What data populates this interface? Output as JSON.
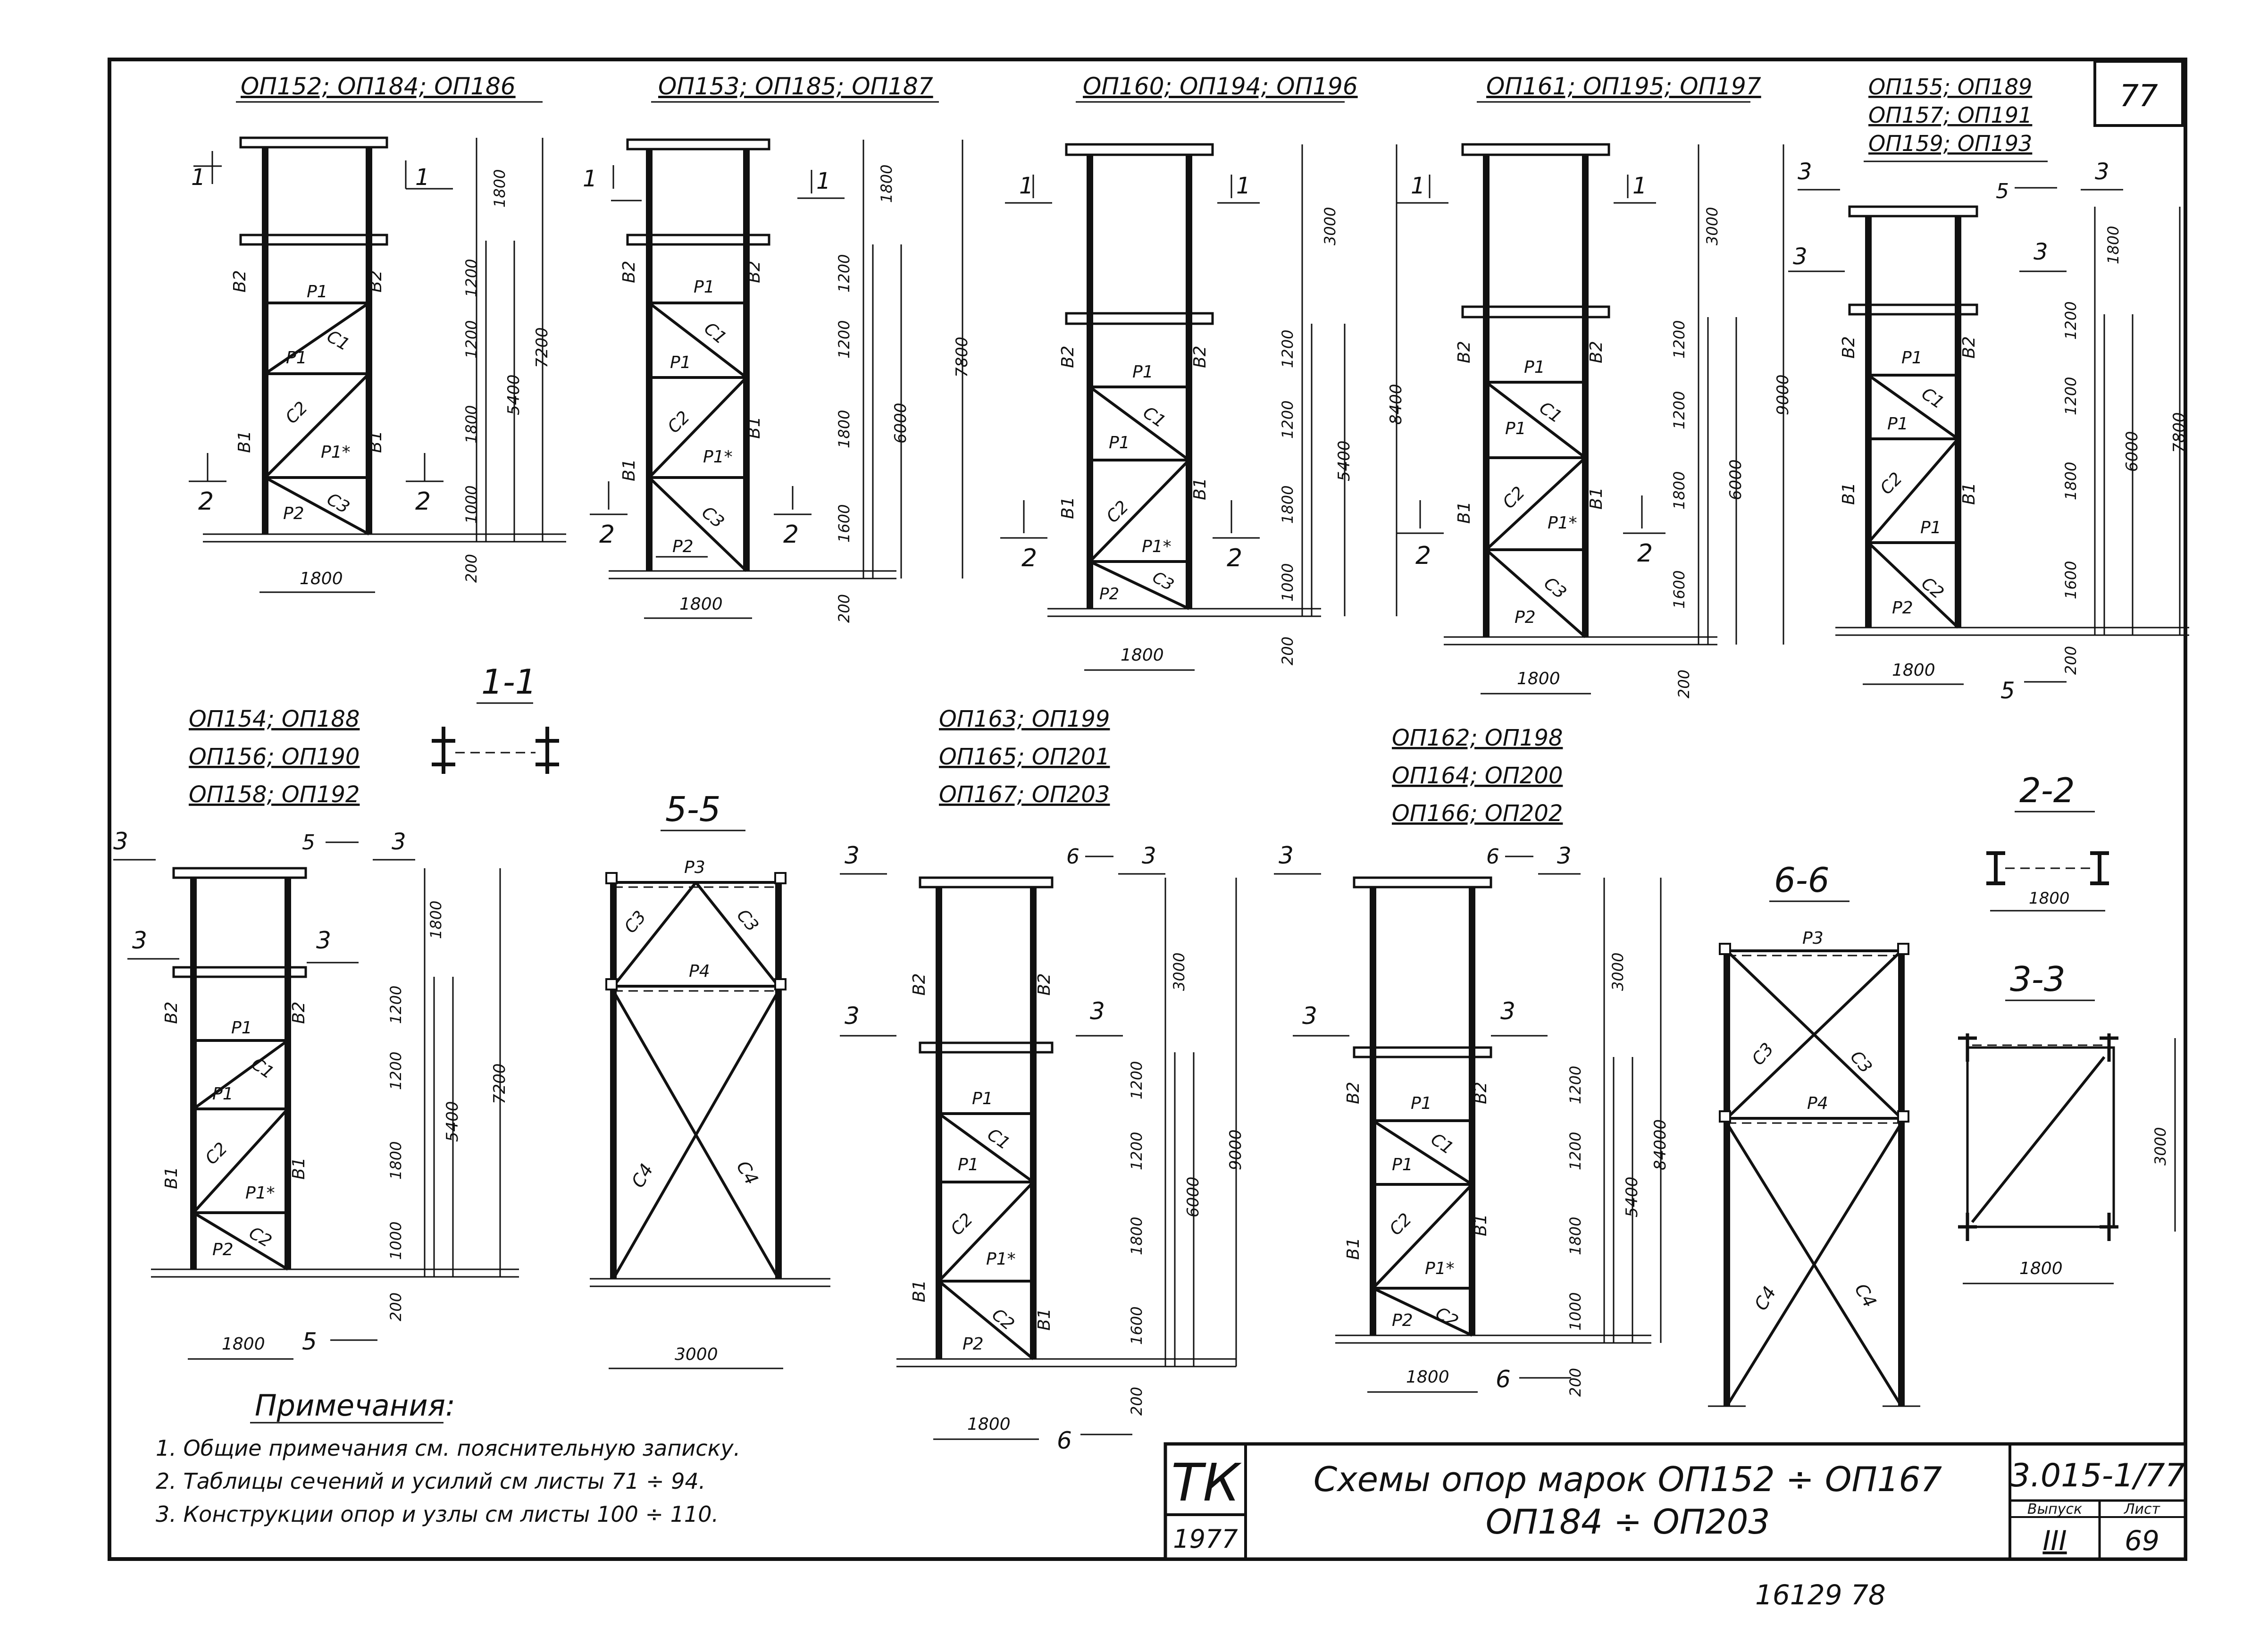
{
  "sheet_number": "77",
  "lower_stamp": "16129  78",
  "schemes_top": [
    {
      "title": "ОП152; ОП184; ОП186",
      "dims": [
        "1800",
        "1200",
        "1200",
        "1800",
        "1000",
        "200"
      ],
      "heights": [
        "5400",
        "7200"
      ],
      "width": "1800",
      "cut_a": "1",
      "cut_b": "2"
    },
    {
      "title": "ОП153; ОП185; ОП187",
      "dims": [
        "1800",
        "1200",
        "1200",
        "1800",
        "1600",
        "200"
      ],
      "heights": [
        "6000",
        "7800"
      ],
      "width": "1800",
      "cut_a": "1",
      "cut_b": "2"
    },
    {
      "title": "ОП160; ОП194; ОП196",
      "dims": [
        "3000",
        "1200",
        "1200",
        "1800",
        "1000",
        "200"
      ],
      "heights": [
        "5400",
        "8400"
      ],
      "width": "1800",
      "cut_a": "1",
      "cut_b": "2"
    },
    {
      "title": "ОП161; ОП195; ОП197",
      "dims": [
        "3000",
        "1200",
        "1200",
        "1800",
        "1600",
        "200"
      ],
      "heights": [
        "6000",
        "9000"
      ],
      "width": "1800",
      "cut_a": "1",
      "cut_b": "2"
    }
  ],
  "scheme5": {
    "titles": [
      "ОП155; ОП189",
      "ОП157; ОП191",
      "ОП159; ОП193"
    ],
    "dims": [
      "1800",
      "1200",
      "1200",
      "1800",
      "1600",
      "200"
    ],
    "heights": [
      "6000",
      "7800"
    ],
    "width": "1800",
    "cut": "3",
    "sec": "5"
  },
  "scheme6": {
    "titles": [
      "ОП154; ОП188",
      "ОП156; ОП190",
      "ОП158; ОП192"
    ],
    "dims": [
      "1800",
      "1200",
      "1200",
      "1800",
      "1000",
      "200"
    ],
    "heights": [
      "5400",
      "7200"
    ],
    "width": "1800",
    "cut": "3",
    "sec": "5"
  },
  "scheme7": {
    "titles": [
      "ОП163; ОП199",
      "ОП165; ОП201",
      "ОП167; ОП203"
    ],
    "dims": [
      "3000",
      "1200",
      "1200",
      "1800",
      "1600",
      "200"
    ],
    "heights": [
      "6000",
      "9000"
    ],
    "width": "1800",
    "cut": "3",
    "sec": "6"
  },
  "scheme8": {
    "titles": [
      "ОП162; ОП198",
      "ОП164; ОП200",
      "ОП166; ОП202"
    ],
    "dims": [
      "3000",
      "1200",
      "1200",
      "1800",
      "1000",
      "200"
    ],
    "heights": [
      "5400",
      "84000"
    ],
    "width": "1800",
    "cut": "3",
    "sec": "6"
  },
  "member_labels": {
    "b1": "В1",
    "b2": "В2",
    "p1": "Р1",
    "p1s": "Р1*",
    "p2": "Р2",
    "p3": "Р3",
    "p4": "Р4",
    "c1": "С1",
    "c2": "С2",
    "c3": "С3",
    "c4": "С4"
  },
  "sections": {
    "s11": {
      "title": "1-1"
    },
    "s55": {
      "title": "5-5",
      "width": "3000"
    },
    "s66": {
      "title": "6-6"
    },
    "s22": {
      "title": "2-2",
      "width": "1800"
    },
    "s33": {
      "title": "3-3",
      "width": "1800",
      "height": "3000"
    }
  },
  "notes": {
    "title": "Примечания:",
    "items": [
      "1. Общие примечания см. пояснительную записку.",
      "2. Таблицы сечений и усилий см листы 71 ÷ 94.",
      "3. Конструкции опор и узлы см листы 100 ÷ 110."
    ]
  },
  "title_block": {
    "org": "ТК",
    "year": "1977",
    "title_line1": "Схемы опор марок ОП152 ÷ ОП167",
    "title_line2": "ОП184 ÷ ОП203",
    "doc_code": "3.015-1/77",
    "issue_label": "Выпуск",
    "issue": "III",
    "sheet_label": "Лист",
    "sheet": "69"
  }
}
